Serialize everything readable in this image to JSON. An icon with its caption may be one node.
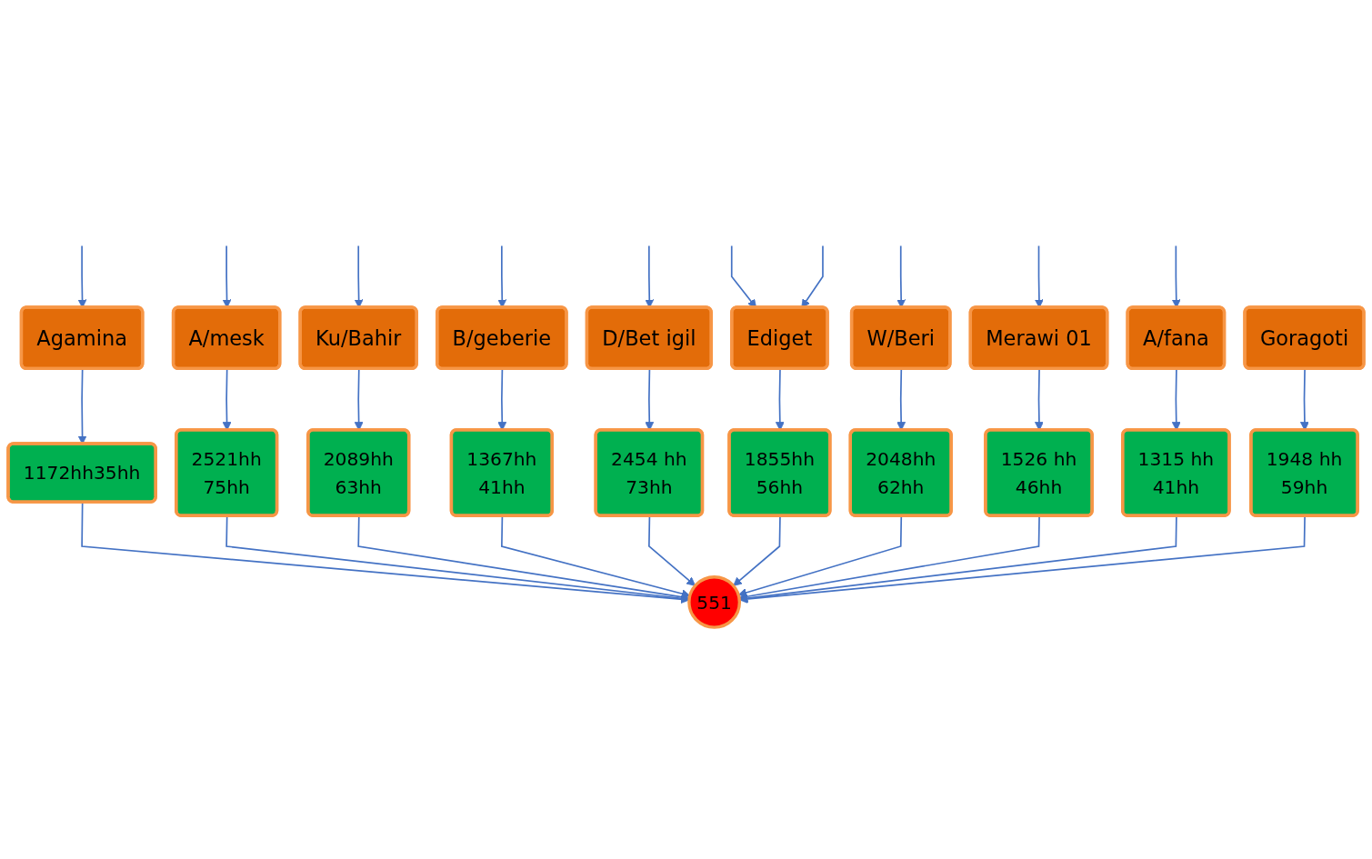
{
  "diagram": {
    "nodes": [
      {
        "text": [
          "Agamina"
        ]
      },
      {
        "text": [
          "A/mesk"
        ]
      },
      {
        "text": [
          "Ku/Bahir"
        ]
      },
      {
        "text": [
          "B/geberie"
        ]
      },
      {
        "text": [
          "D/Bet igil"
        ]
      },
      {
        "text": [
          "Ediget"
        ]
      },
      {
        "text": [
          "W/Beri"
        ]
      },
      {
        "text": [
          "Merawi 01"
        ]
      },
      {
        "text": [
          "A/fana"
        ]
      },
      {
        "text": [
          "Goragoti"
        ]
      },
      {
        "text": [
          "1172hh35hh"
        ]
      },
      {
        "text": [
          "2521hh",
          "75hh"
        ]
      },
      {
        "text": [
          "2089hh",
          "63hh"
        ]
      },
      {
        "text": [
          "1367hh",
          "41hh"
        ]
      },
      {
        "text": [
          "2454 hh",
          "73hh"
        ]
      },
      {
        "text": [
          "1855hh",
          "56hh"
        ]
      },
      {
        "text": [
          "2048hh",
          "62hh"
        ]
      },
      {
        "text": [
          "1526 hh",
          "46hh"
        ]
      },
      {
        "text": [
          "1315 hh",
          "41hh"
        ]
      },
      {
        "text": [
          "1948 hh",
          "59hh"
        ]
      },
      {
        "text": [
          "551"
        ]
      }
    ],
    "edges": [
      {
        "from": null,
        "to": 0,
        "arrow": "to"
      },
      {
        "from": null,
        "to": 1,
        "arrow": "to"
      },
      {
        "from": null,
        "to": 2,
        "arrow": "to"
      },
      {
        "from": null,
        "to": 3,
        "arrow": "to"
      },
      {
        "from": null,
        "to": 4,
        "arrow": "to"
      },
      {
        "from": null,
        "to": 5,
        "arrow": "to"
      },
      {
        "from": null,
        "to": 5,
        "arrow": "to"
      },
      {
        "from": null,
        "to": 6,
        "arrow": "to"
      },
      {
        "from": null,
        "to": 7,
        "arrow": "to"
      },
      {
        "from": null,
        "to": 8,
        "arrow": "to"
      },
      {
        "from": 0,
        "to": 10,
        "arrow": "to"
      },
      {
        "from": 1,
        "to": 11,
        "arrow": "to"
      },
      {
        "from": 2,
        "to": 12,
        "arrow": "to"
      },
      {
        "from": 3,
        "to": 13,
        "arrow": "to"
      },
      {
        "from": 4,
        "to": 14,
        "arrow": "to"
      },
      {
        "from": 5,
        "to": 15,
        "arrow": "to"
      },
      {
        "from": 6,
        "to": 16,
        "arrow": "to"
      },
      {
        "from": 7,
        "to": 17,
        "arrow": "to"
      },
      {
        "from": 8,
        "to": 18,
        "arrow": "to"
      },
      {
        "from": 9,
        "to": 19,
        "arrow": "to"
      },
      {
        "from": 10,
        "to": 20,
        "arrow": "to"
      },
      {
        "from": 11,
        "to": 20,
        "arrow": "to"
      },
      {
        "from": 12,
        "to": 20,
        "arrow": "to"
      },
      {
        "from": 13,
        "to": 20,
        "arrow": "to"
      },
      {
        "from": 14,
        "to": 20,
        "arrow": "to"
      },
      {
        "from": 15,
        "to": 20,
        "arrow": "to"
      },
      {
        "from": 16,
        "to": 20,
        "arrow": "to"
      },
      {
        "from": 17,
        "to": 20,
        "arrow": "to"
      },
      {
        "from": 18,
        "to": 20,
        "arrow": "to"
      },
      {
        "from": 19,
        "to": 20,
        "arrow": "to"
      }
    ]
  }
}
